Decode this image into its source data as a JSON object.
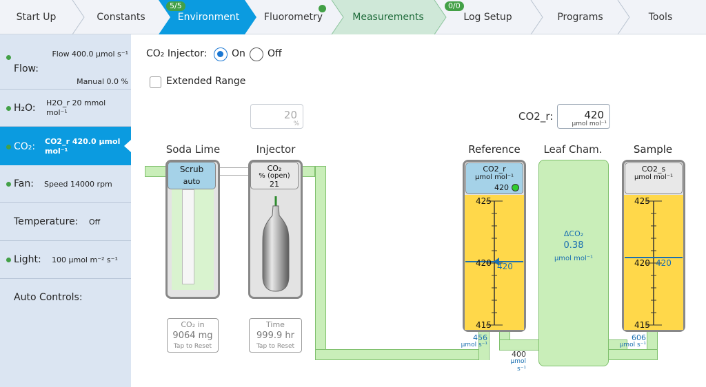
{
  "tabs": [
    {
      "label": "Start Up"
    },
    {
      "label": "Constants"
    },
    {
      "label": "Environment",
      "badge": "5/5",
      "active": true
    },
    {
      "label": "Fluorometry",
      "dot": true
    },
    {
      "label": "Measurements",
      "highlight": true
    },
    {
      "label": "Log Setup",
      "badge": "0/0"
    },
    {
      "label": "Programs"
    },
    {
      "label": "Tools"
    }
  ],
  "sidebar": {
    "flow": {
      "label": "Flow:",
      "value": "Flow 400.0 µmol s⁻¹",
      "mode": "Manual 0.0 %"
    },
    "h2o": {
      "label": "H₂O:",
      "value_line1": "H2O_r 20 mmol",
      "value_line2": "mol⁻¹"
    },
    "co2": {
      "label": "CO₂:",
      "value_line1": "CO2_r 420.0 µmol",
      "value_line2": "mol⁻¹"
    },
    "fan": {
      "label": "Fan:",
      "value": "Speed 14000 rpm"
    },
    "temperature": {
      "label": "Temperature:",
      "value": "Off"
    },
    "light": {
      "label": "Light:",
      "value": "100 µmol m⁻² s⁻¹"
    },
    "auto": {
      "label": "Auto Controls:"
    }
  },
  "injector_control": {
    "label": "CO₂ Injector:",
    "on_label": "On",
    "off_label": "Off",
    "selected": "On"
  },
  "extended_range": {
    "label": "Extended Range",
    "checked": false
  },
  "injector_percent": {
    "value": "20",
    "unit": "%"
  },
  "co2_r_setpoint": {
    "label": "CO2_r:",
    "value": "420",
    "unit": "µmol mol⁻¹"
  },
  "soda_lime": {
    "title": "Soda Lime",
    "head_line1": "Scrub",
    "head_line2": "auto",
    "reset_line1": "CO₂ in",
    "reset_line2": "9064 mg",
    "reset_line3": "Tap to Reset"
  },
  "injector": {
    "title": "Injector",
    "head_line1": "CO₂",
    "head_line2": "% (open)",
    "head_line3": "21",
    "reset_line1": "Time",
    "reset_line2": "999.9 hr",
    "reset_line3": "Tap to Reset"
  },
  "reference": {
    "title": "Reference",
    "head_line1": "CO2_r",
    "head_line2": "µmol mol⁻¹",
    "head_value": "420",
    "tick_top": "425",
    "tick_mid": "420",
    "tick_bottom": "415",
    "marker_value": "420",
    "flow_value": "456",
    "flow_unit": "µmol s⁻¹"
  },
  "leaf_chamber": {
    "title": "Leaf Cham.",
    "delta_label": "ΔCO₂",
    "delta_value": "0.38",
    "delta_unit": "µmol mol⁻¹",
    "flow_value": "400",
    "flow_unit": "µmol s⁻¹"
  },
  "sample": {
    "title": "Sample",
    "head_line1": "CO2_s",
    "head_line2": "µmol mol⁻¹",
    "tick_top": "425",
    "tick_mid": "420",
    "tick_bottom": "415",
    "marker_value": "420",
    "flow_value": "606",
    "flow_unit": "µmol s⁻¹"
  },
  "colors": {
    "active_tab": "#0b9be0",
    "highlight_tab": "#cfe8d8",
    "status_green": "#43a047",
    "gauge_yellow": "#ffd84a",
    "pipe_green": "#c9eeb9",
    "value_blue": "#1a6fb0"
  }
}
